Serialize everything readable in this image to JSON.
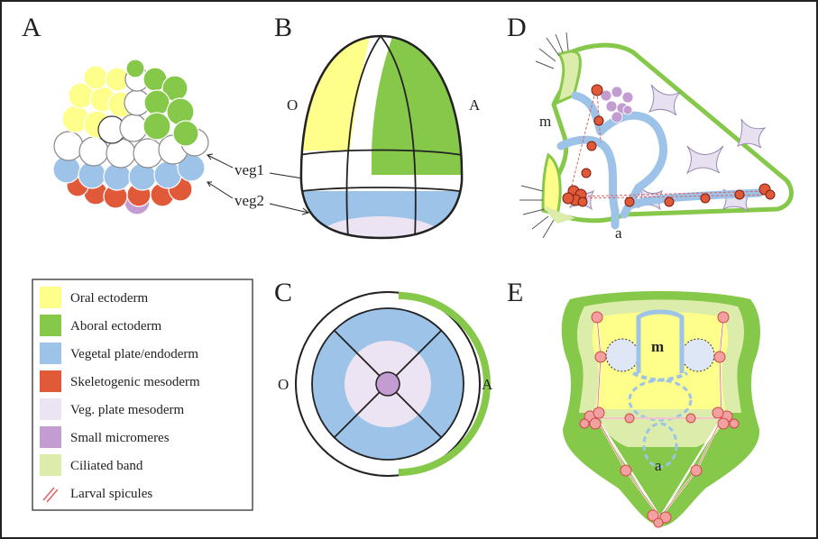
{
  "panels": {
    "A": {
      "letter": "A",
      "veg1": "veg1",
      "veg2": "veg2"
    },
    "B": {
      "letter": "B",
      "oral": "O",
      "aboral": "A"
    },
    "C": {
      "letter": "C",
      "oral": "O",
      "aboral": "A"
    },
    "D": {
      "letter": "D",
      "mouth": "m",
      "anus": "a"
    },
    "E": {
      "letter": "E",
      "mouth": "m",
      "anus": "a"
    }
  },
  "legend": [
    {
      "label": "Oral ectoderm",
      "color": "#fefe8a",
      "style": "swatch"
    },
    {
      "label": "Aboral ectoderm",
      "color": "#86c84a",
      "style": "swatch"
    },
    {
      "label": "Vegetal plate/endoderm",
      "color": "#9dc3e8",
      "style": "swatch"
    },
    {
      "label": "Skeletogenic mesoderm",
      "color": "#e05a3a",
      "style": "swatch"
    },
    {
      "label": "Veg. plate mesoderm",
      "color": "#ece4f2",
      "style": "swatch"
    },
    {
      "label": "Small micromeres",
      "color": "#c39dd2",
      "style": "swatch"
    },
    {
      "label": "Ciliated band",
      "color": "#dcecaa",
      "style": "swatch"
    },
    {
      "label": "Larval spicules",
      "color": "#e06060",
      "style": "spicule"
    }
  ],
  "colors": {
    "oral": "#fefe8a",
    "aboral": "#86c84a",
    "vegetal": "#9dc3e8",
    "skeletogenic": "#e05a3a",
    "vegMeso": "#ece4f2",
    "micromere": "#c39dd2",
    "ciliated": "#dcecaa",
    "spicule": "#e06060"
  }
}
